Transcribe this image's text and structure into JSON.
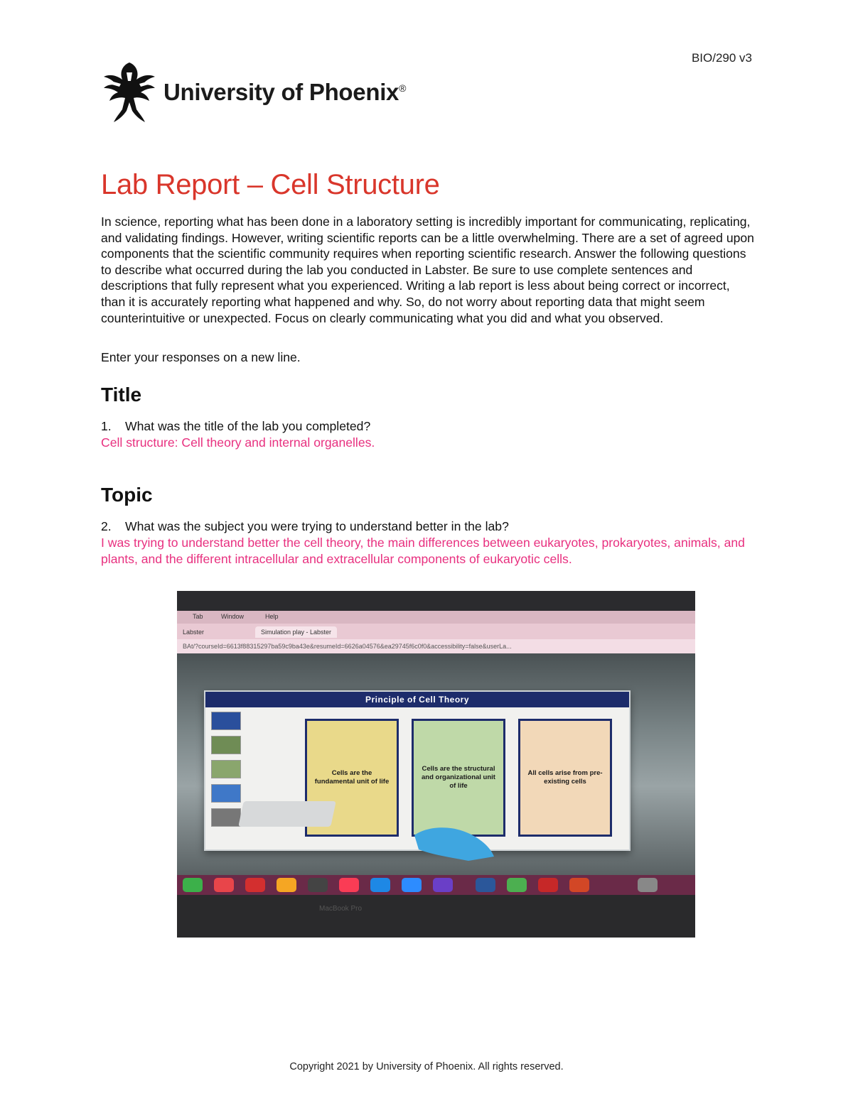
{
  "header": {
    "course_code": "BIO/290 v3",
    "logo_text": "University of Phoenix",
    "logo_reg": "®"
  },
  "document": {
    "title": "Lab Report – Cell Structure",
    "intro": "In science, reporting what has been done in a laboratory setting is incredibly important for communicating, replicating, and validating findings. However, writing scientific reports can be a little overwhelming. There are a set of agreed upon components that the scientific community requires when reporting scientific research. Answer the following questions to describe what occurred during the lab you conducted in Labster. Be sure to use complete sentences and descriptions that fully represent what you experienced. Writing a lab report is less about being correct or incorrect, than it is accurately reporting what happened and why. So, do not worry about reporting data that might seem counterintuitive or unexpected. Focus on clearly communicating what you did and what you observed.",
    "instruction": "Enter your responses on a new line.",
    "sections": [
      {
        "heading": "Title",
        "number": "1.",
        "question": "What was the title of the lab you completed?",
        "answer": "Cell structure: Cell theory and internal organelles."
      },
      {
        "heading": "Topic",
        "number": "2.",
        "question": "What was the subject you were trying to understand better in the lab?",
        "answer": "I was trying to understand better the cell theory, the main differences between eukaryotes, prokaryotes, animals, and plants, and the different intracellular and extracellular components of eukaryotic cells."
      }
    ]
  },
  "photo": {
    "menu": [
      "Tab",
      "Window",
      "Help"
    ],
    "tabs": [
      "Labster",
      "Simulation play - Labster"
    ],
    "url": "BAt/?courseId=6613f88315297ba59c9ba43e&resumeId=6626a04576&ea29745f6c0f0&accessibility=false&userLa...",
    "panel_title": "Principle of Cell Theory",
    "cards": [
      "Cells are the fundamental unit of life",
      "Cells are the structural and organizational unit of life",
      "All cells arise from pre-existing cells"
    ],
    "bezel_text": "MacBook Pro",
    "colors": {
      "panel_header": "#1d2c6b",
      "menu_bar": "#d9b7c2",
      "dock": "#6a2a48"
    }
  },
  "footer": {
    "copyright": "Copyright 2021 by University of Phoenix. All rights reserved."
  },
  "colors": {
    "title_red": "#d9362b",
    "answer_pink": "#e8307f"
  }
}
